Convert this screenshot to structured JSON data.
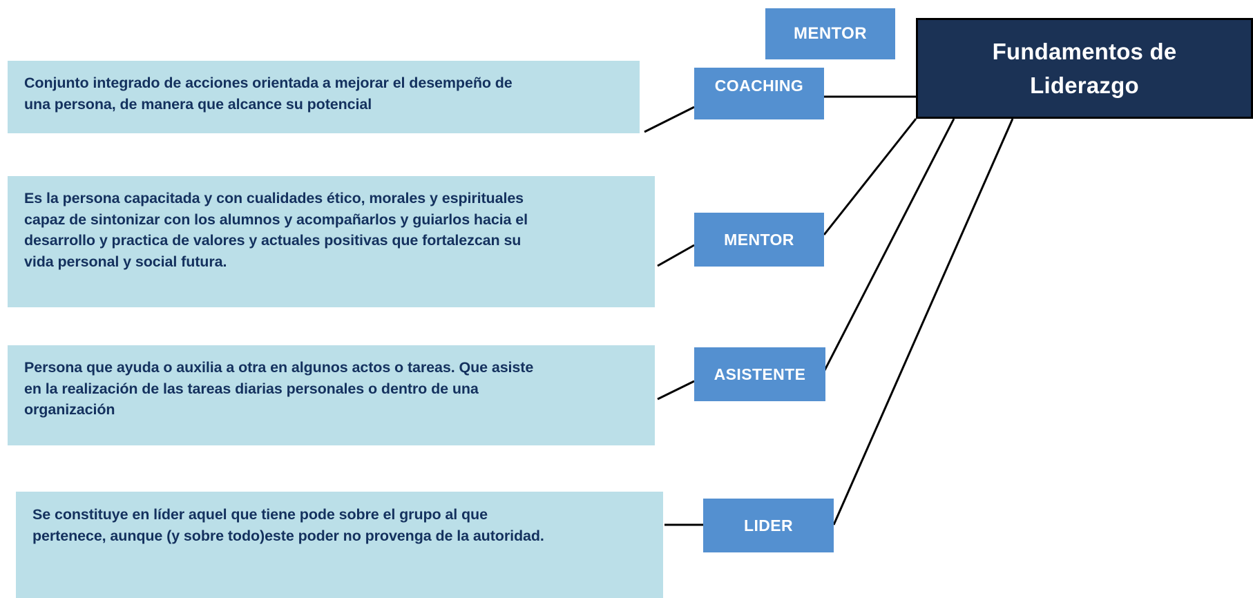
{
  "diagram": {
    "title": "Fundamentos de Liderazgo",
    "colors": {
      "root_fill": "#1b3255",
      "root_border": "#000000",
      "node_fill": "#5490d0",
      "node_text": "#ffffff",
      "desc_fill": "#bbdfe8",
      "desc_text": "#14315e",
      "link": "#000000",
      "background": "#ffffff"
    },
    "root": {
      "label_line1": "Fundamentos de",
      "label_line2": "Liderazgo"
    },
    "floating_node": {
      "label": "MENTOR"
    },
    "nodes": [
      {
        "label": "COACHING"
      },
      {
        "label": "MENTOR"
      },
      {
        "label": "ASISTENTE"
      },
      {
        "label": "LIDER"
      }
    ],
    "descriptions": [
      {
        "lines": [
          "Conjunto integrado de acciones orientada a mejorar el desempeño de",
          "una persona, de manera que alcance su potencial"
        ]
      },
      {
        "lines": [
          "Es la persona capacitada y con cualidades ético, morales y espirituales",
          "capaz de sintonizar con los alumnos y acompañarlos y guiarlos hacia el",
          "desarrollo y practica de valores y actuales positivas que fortalezcan su",
          "vida personal y social futura."
        ]
      },
      {
        "lines": [
          "Persona que ayuda o auxilia a otra en algunos actos o tareas. Que asiste",
          "en la realización de las tareas diarias personales o dentro de una",
          "organización"
        ]
      },
      {
        "lines": [
          "Se constituye en líder aquel que tiene pode sobre el grupo al que",
          "pertenece, aunque (y sobre todo)este poder no provenga de la autoridad."
        ]
      }
    ]
  }
}
